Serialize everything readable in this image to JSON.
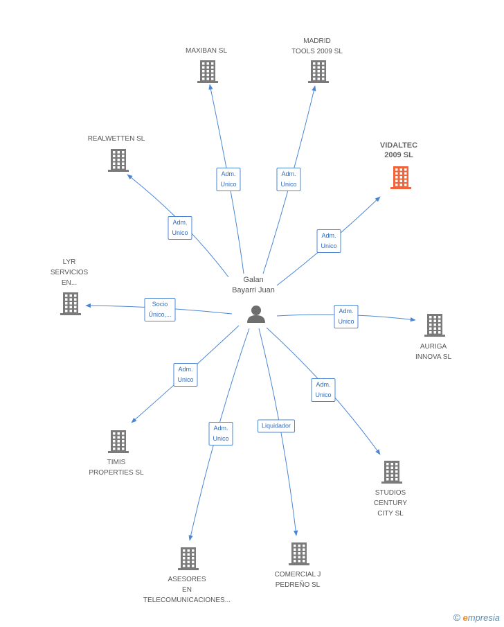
{
  "person": {
    "name": "Galan\nBayarri Juan",
    "icon": "person-icon"
  },
  "companies": [
    {
      "id": "maxiban",
      "label": "MAXIBAN SL",
      "role": "Adm.\nUnico",
      "highlight": false
    },
    {
      "id": "madrid",
      "label": "MADRID\nTOOLS 2009 SL",
      "role": "Adm.\nUnico",
      "highlight": false
    },
    {
      "id": "realwetten",
      "label": "REALWETTEN SL",
      "role": "Adm.\nUnico",
      "highlight": false
    },
    {
      "id": "vidaltec",
      "label": "VIDALTEC\n2009 SL",
      "role": "Adm.\nUnico",
      "highlight": true
    },
    {
      "id": "lyr",
      "label": "LYR\nSERVICIOS\nEN...",
      "role": "Socio\nÚnico,...",
      "highlight": false
    },
    {
      "id": "auriga",
      "label": "AURIGA\nINNOVA SL",
      "role": "Adm.\nUnico",
      "highlight": false
    },
    {
      "id": "timis",
      "label": "TIMIS\nPROPERTIES SL",
      "role": "Adm.\nUnico",
      "highlight": false
    },
    {
      "id": "studios",
      "label": "STUDIOS\nCENTURY\nCITY SL",
      "role": "Adm.\nUnico",
      "highlight": false
    },
    {
      "id": "asesores",
      "label": "ASESORES\nEN\nTELECOMUNICACIONES...",
      "role": "Adm.\nUnico",
      "highlight": false
    },
    {
      "id": "comercial",
      "label": "COMERCIAL J\nPEDREÑO SL",
      "role": "Liquidador",
      "highlight": false
    }
  ],
  "colors": {
    "edge": "#4a86d4",
    "building": "#7a7a7a",
    "building_highlight": "#f0643c",
    "person": "#6e6e6e"
  },
  "copyright": {
    "symbol": "©",
    "brand_first": "e",
    "brand_rest": "mpresia"
  }
}
